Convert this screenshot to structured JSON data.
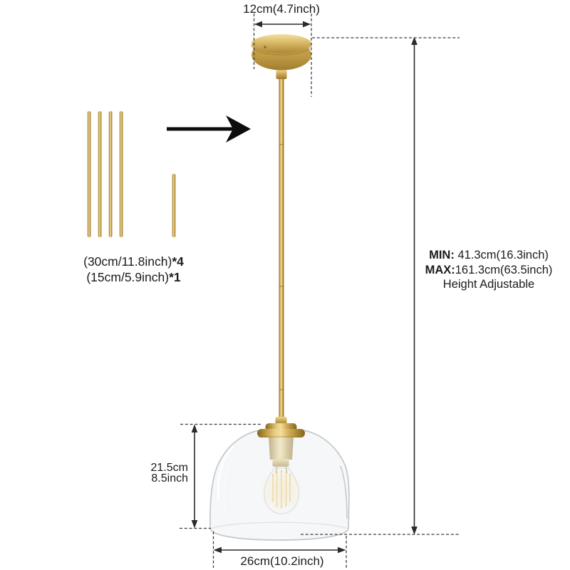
{
  "diagram": {
    "canopy": {
      "width_label": "12cm(4.7inch)"
    },
    "overall_height": {
      "min_key": "MIN:",
      "min_value": " 41.3cm(16.3inch)",
      "max_key": "MAX:",
      "max_value": "161.3cm(63.5inch)",
      "note": "Height Adjustable"
    },
    "spare_rods": {
      "long": {
        "label": "(30cm/11.8inch)",
        "count": "*4"
      },
      "short": {
        "label": "(15cm/5.9inch)",
        "count": "*1"
      }
    },
    "shade": {
      "height_cm": "21.5cm",
      "height_inch": "8.5inch",
      "width_label": "26cm(10.2inch)"
    },
    "icons": {
      "assembly_arrow": "arrow-right"
    },
    "colors": {
      "brass": "#c8a24e",
      "brass_highlight": "#f2dd9a",
      "brass_shadow": "#83641f",
      "dimension_line": "#2b2b2b",
      "dashed_line": "#3f3f3f",
      "glass_stroke": "#c3c8cc",
      "filament": "#f6a92f",
      "background": "#ffffff"
    }
  }
}
